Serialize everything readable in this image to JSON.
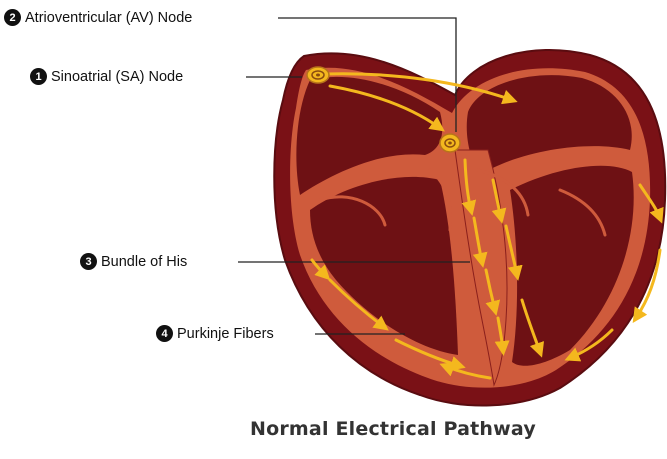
{
  "labels": [
    {
      "number": "2",
      "text": "Atrioventricular (AV) Node"
    },
    {
      "number": "1",
      "text": "Sinoatrial (SA) Node"
    },
    {
      "number": "3",
      "text": "Bundle of His"
    },
    {
      "number": "4",
      "text": "Purkinje Fibers"
    }
  ],
  "caption": "Normal Electrical Pathway",
  "colors": {
    "outer_wall": "#7a1116",
    "chamber": "#6e1114",
    "muscle": "#cf5b3c",
    "signal": "#f4b81e",
    "leader": "#222222"
  }
}
